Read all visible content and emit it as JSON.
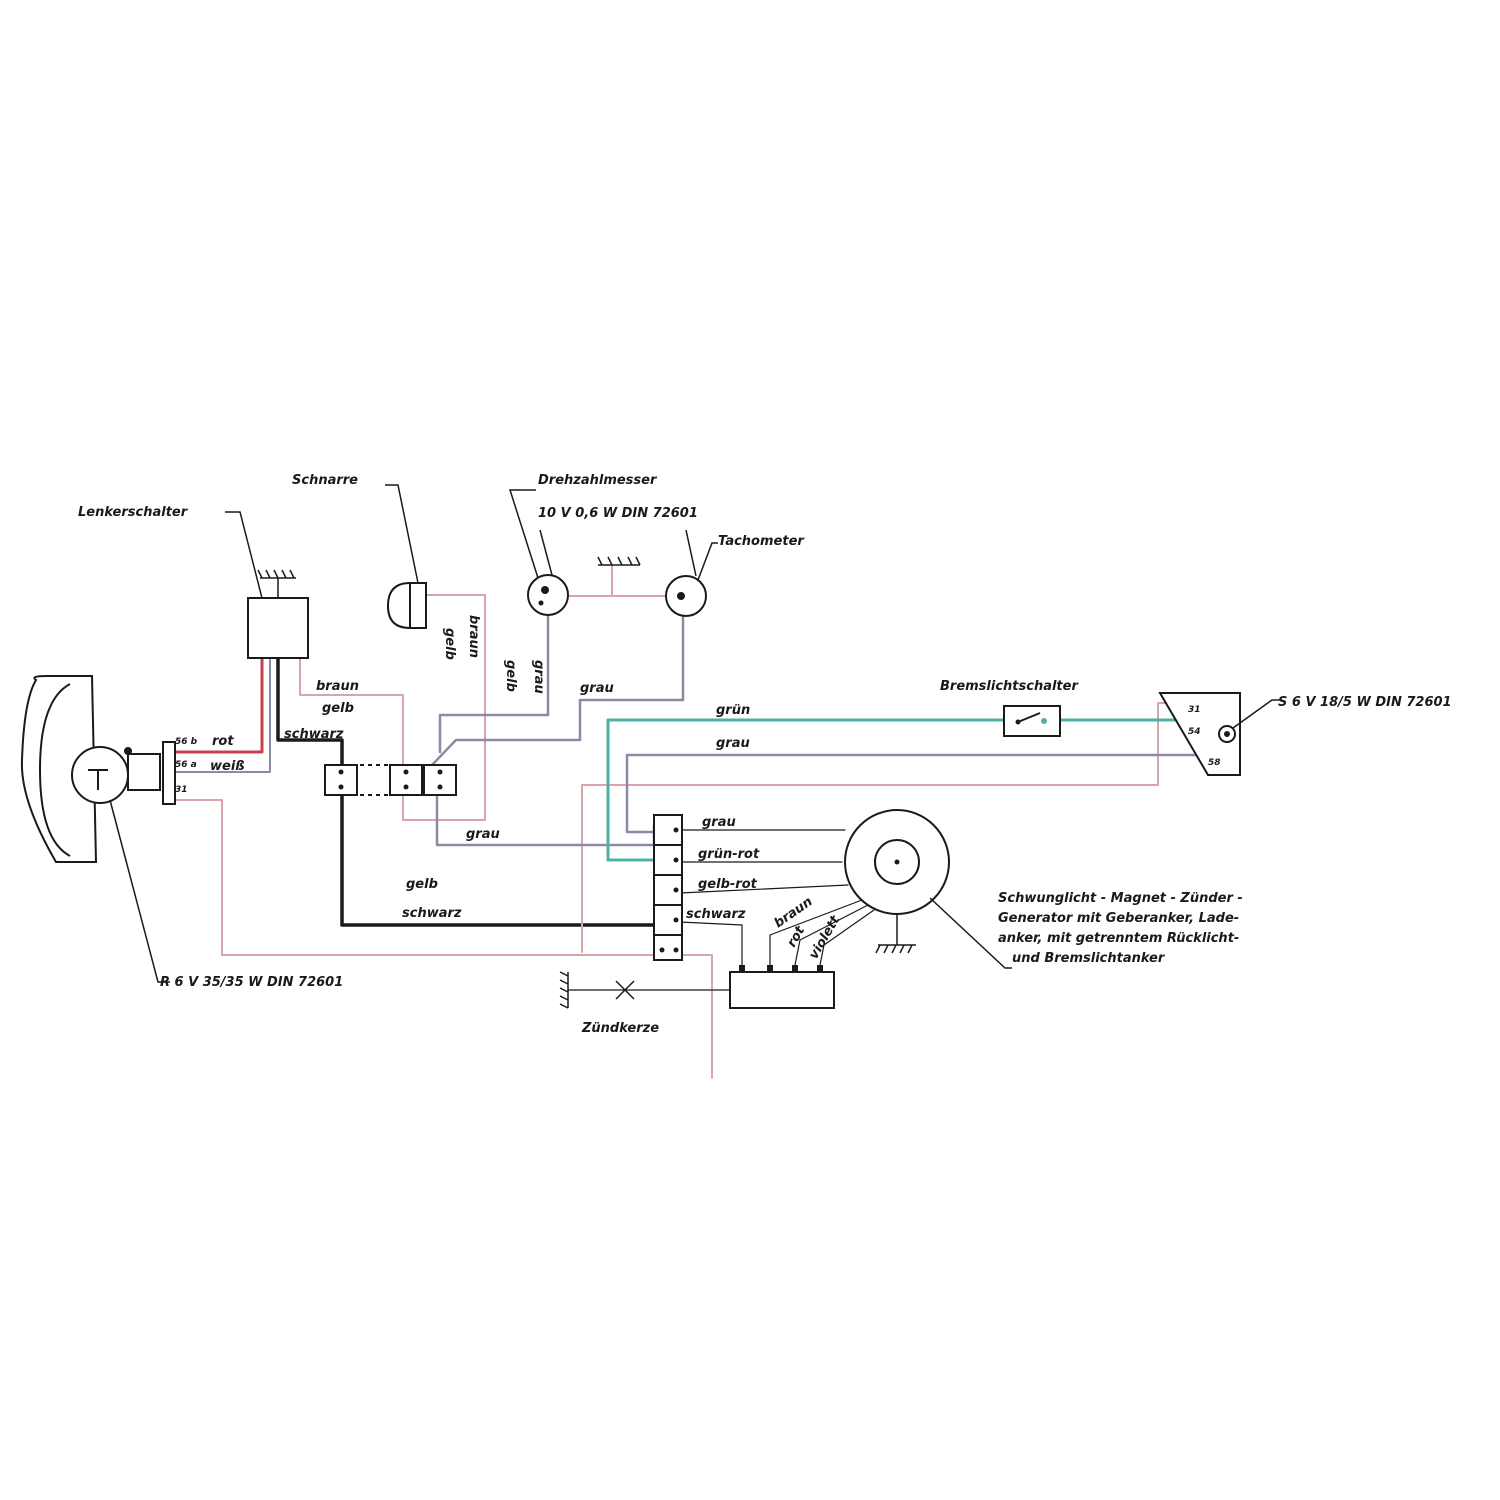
{
  "colors": {
    "ink": "#1a1a1a",
    "rot": "#c8404f",
    "pink": "#d9a5ab",
    "grau": "#8a8ca6",
    "gruen": "#4fb0a6",
    "schwarz": "#1a1a1a"
  },
  "components": {
    "lenkerschalter": "Lenkerschalter",
    "schnarre": "Schnarre",
    "drehzahlmesser": "Drehzahlmesser",
    "drehzahlmesser_spec": "10 V 0,6 W DIN 72601",
    "tachometer": "Tachometer",
    "bremslichtschalter": "Bremslichtschalter",
    "ruecklicht_spec": "S 6 V 18/5 W DIN 72601",
    "scheinwerfer_spec": "R 6 V 35/35 W DIN 72601",
    "zuendkerze": "Zündkerze",
    "generator_line1": "Schwunglicht - Magnet - Zünder -",
    "generator_line2": "Generator mit Geberanker, Lade-",
    "generator_line3": "anker, mit getrenntem Rücklicht-",
    "generator_line4": "und Bremslichtanker"
  },
  "terminals": {
    "t56b": "56 b",
    "t56a": "56 a",
    "t31": "31",
    "tail_31": "31",
    "tail_54": "54",
    "tail_58": "58"
  },
  "wire_labels": {
    "rot": "rot",
    "weiss": "weiß",
    "schwarz_top": "schwarz",
    "braun_top": "braun",
    "gelb_top": "gelb",
    "gelb_v1": "gelb",
    "braun_v": "braun",
    "gelb_v2": "gelb",
    "grau_v": "grau",
    "grau_mid": "grau",
    "gruen": "grün",
    "grau_long": "grau",
    "grau_bottom": "grau",
    "gelb_low": "gelb",
    "schwarz_low": "schwarz",
    "gen_grau": "grau",
    "gen_gruen_rot": "grün-rot",
    "gen_gelb_rot": "gelb-rot",
    "gen_schwarz": "schwarz",
    "gen_braun": "braun",
    "gen_rot": "rot",
    "gen_violett": "violett"
  }
}
